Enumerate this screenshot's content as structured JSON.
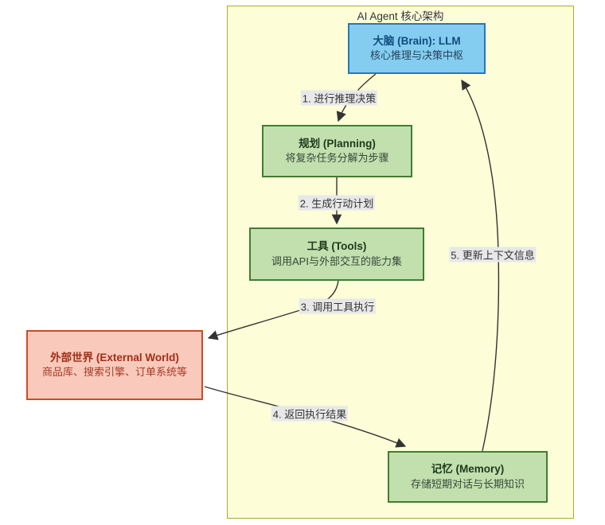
{
  "diagram": {
    "container_title": "AI Agent 核心架构",
    "nodes": {
      "brain": {
        "title": "大脑 (Brain): LLM",
        "subtitle": "核心推理与决策中枢"
      },
      "planning": {
        "title": "规划 (Planning)",
        "subtitle": "将复杂任务分解为步骤"
      },
      "tools": {
        "title": "工具 (Tools)",
        "subtitle": "调用API与外部交互的能力集"
      },
      "external": {
        "title": "外部世界 (External World)",
        "subtitle": "商品库、搜索引擎、订单系统等"
      },
      "memory": {
        "title": "记忆 (Memory)",
        "subtitle": "存储短期对话与长期知识"
      }
    },
    "edges": [
      {
        "from": "brain",
        "to": "planning",
        "label": "1. 进行推理决策"
      },
      {
        "from": "planning",
        "to": "tools",
        "label": "2. 生成行动计划"
      },
      {
        "from": "tools",
        "to": "external",
        "label": "3. 调用工具执行"
      },
      {
        "from": "external",
        "to": "memory",
        "label": "4. 返回执行结果"
      },
      {
        "from": "memory",
        "to": "brain",
        "label": "5. 更新上下文信息"
      }
    ],
    "colors": {
      "container_fill": "#fdfdd8",
      "container_border": "#aaaa33",
      "brain_fill": "#84cdf0",
      "brain_border": "#2579b8",
      "green_fill": "#c2e0ae",
      "green_border": "#417c32",
      "external_fill": "#f9cabb",
      "external_border": "#cf4a23",
      "edge_label_bg": "#e8e8e8",
      "arrow": "#333333"
    }
  }
}
